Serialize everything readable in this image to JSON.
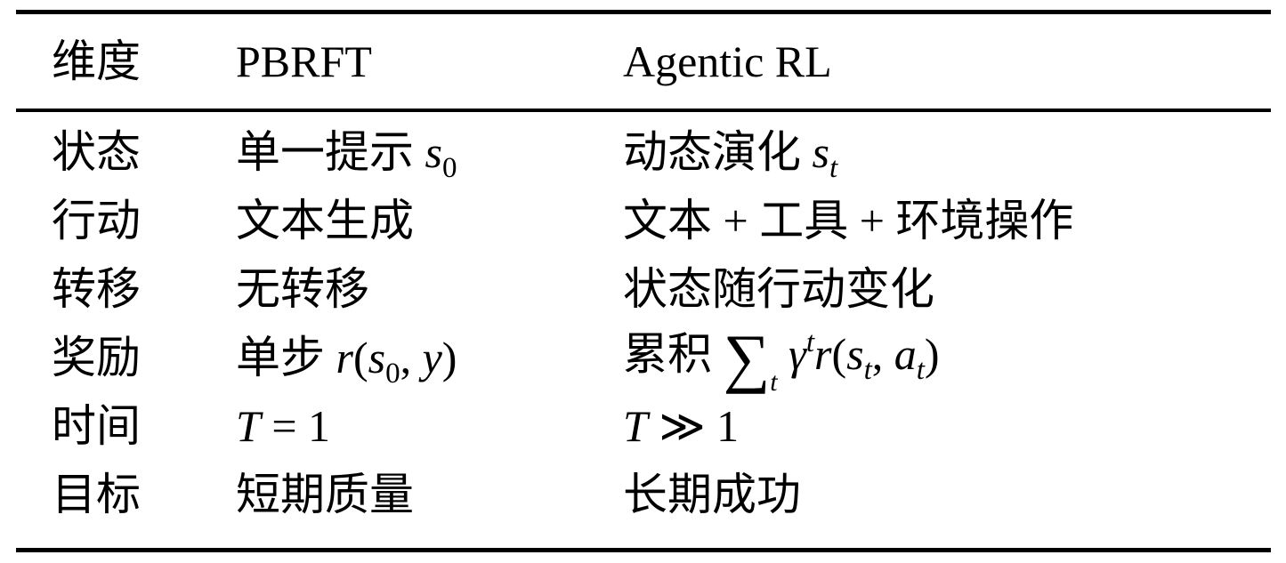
{
  "page": {
    "background": "#ffffff",
    "text_color": "#000000",
    "rule_color": "#000000"
  },
  "table": {
    "columns": [
      "维度",
      "PBRFT",
      "Agentic RL"
    ],
    "rows": [
      {
        "dimension": "状态",
        "pbrft": [
          {
            "v": "单一提示 "
          },
          {
            "v": "s",
            "s": "it"
          },
          {
            "v": "0",
            "s": "sub"
          }
        ],
        "agentic": [
          {
            "v": "动态演化 "
          },
          {
            "v": "s",
            "s": "it"
          },
          {
            "v": "t",
            "s": "subit"
          }
        ]
      },
      {
        "dimension": "行动",
        "pbrft": [
          {
            "v": "文本生成"
          }
        ],
        "agentic": [
          {
            "v": "文本 + 工具 + 环境操作"
          }
        ]
      },
      {
        "dimension": "转移",
        "pbrft": [
          {
            "v": "无转移"
          }
        ],
        "agentic": [
          {
            "v": "状态随行动变化"
          }
        ]
      },
      {
        "dimension": "奖励",
        "pbrft": [
          {
            "v": "单步 "
          },
          {
            "v": "r",
            "s": "it"
          },
          {
            "v": "("
          },
          {
            "v": "s",
            "s": "it"
          },
          {
            "v": "0",
            "s": "sub"
          },
          {
            "v": ", "
          },
          {
            "v": "y",
            "s": "it"
          },
          {
            "v": ")"
          }
        ],
        "agentic": [
          {
            "v": "累积 "
          },
          {
            "v": "∑",
            "s": "sum"
          },
          {
            "v": "t",
            "s": "sumsub"
          },
          {
            "v": " "
          },
          {
            "v": "γ",
            "s": "it"
          },
          {
            "v": "t",
            "s": "supit"
          },
          {
            "v": "r",
            "s": "it"
          },
          {
            "v": "("
          },
          {
            "v": "s",
            "s": "it"
          },
          {
            "v": "t",
            "s": "subit"
          },
          {
            "v": ", "
          },
          {
            "v": "a",
            "s": "it"
          },
          {
            "v": "t",
            "s": "subit"
          },
          {
            "v": ")"
          }
        ]
      },
      {
        "dimension": "时间",
        "pbrft": [
          {
            "v": "T",
            "s": "it"
          },
          {
            "v": " = 1"
          }
        ],
        "agentic": [
          {
            "v": "T",
            "s": "it"
          },
          {
            "v": " ≫ 1"
          }
        ]
      },
      {
        "dimension": "目标",
        "pbrft": [
          {
            "v": "短期质量"
          }
        ],
        "agentic": [
          {
            "v": "长期成功"
          }
        ]
      }
    ]
  }
}
